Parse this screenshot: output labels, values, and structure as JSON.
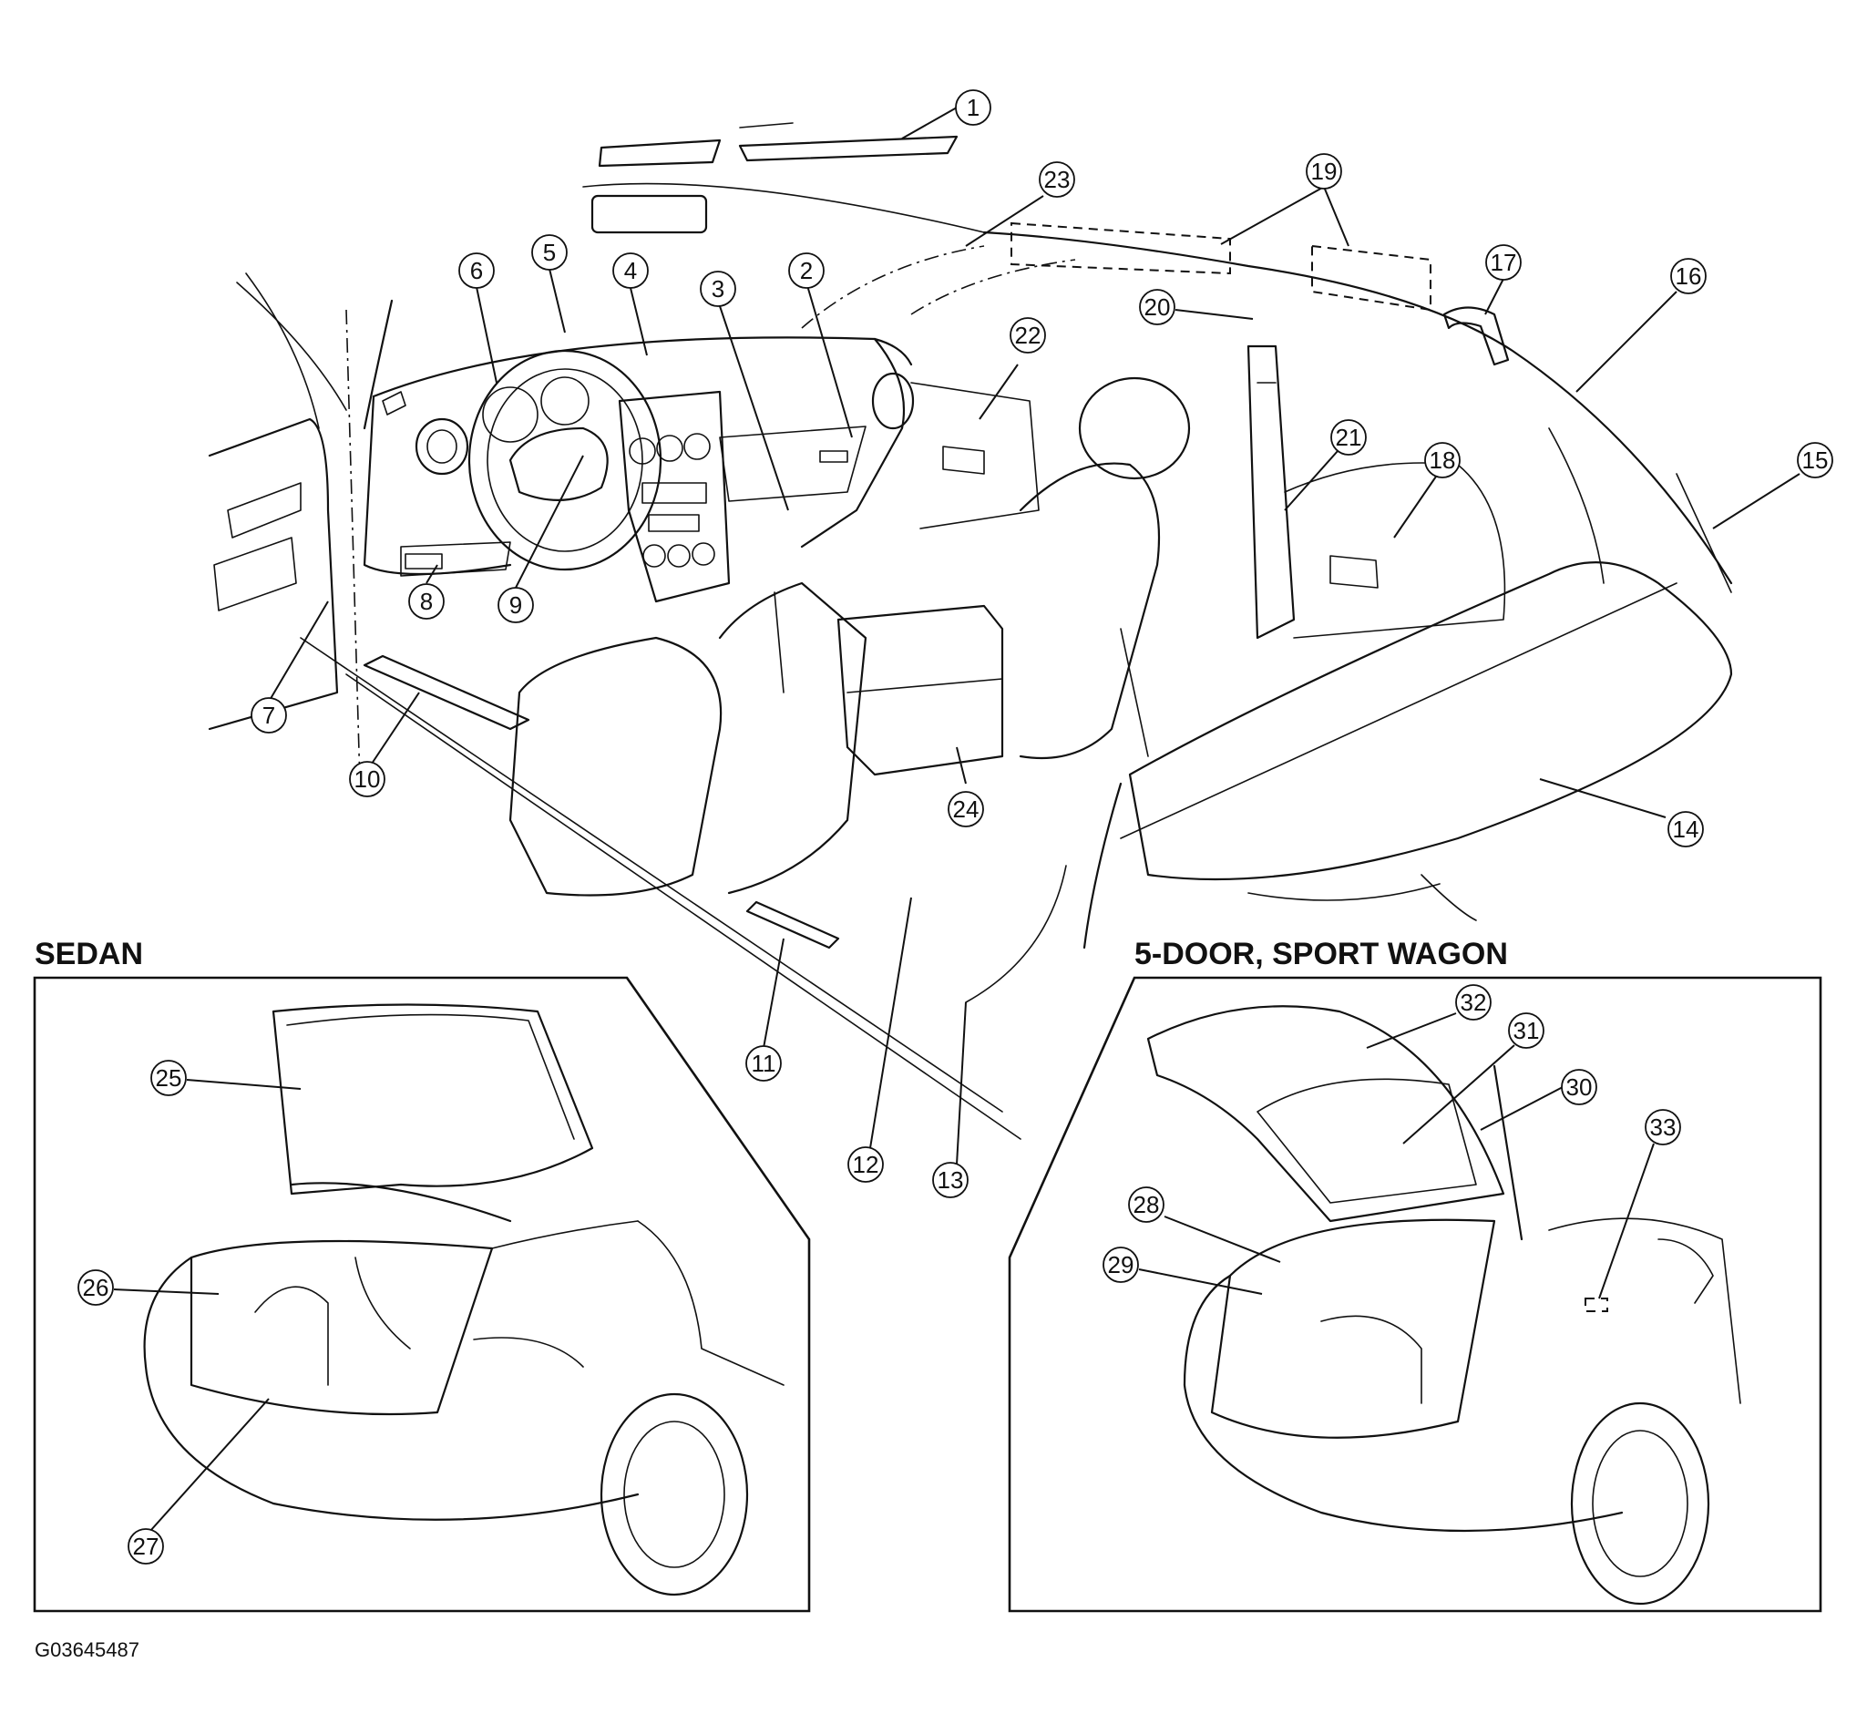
{
  "sections": {
    "sedan_label": "SEDAN",
    "wagon_label": "5-DOOR, SPORT WAGON"
  },
  "figure_code": "G03645487",
  "callouts": [
    "1",
    "2",
    "3",
    "4",
    "5",
    "6",
    "7",
    "8",
    "9",
    "10",
    "11",
    "12",
    "13",
    "14",
    "15",
    "16",
    "17",
    "18",
    "19",
    "20",
    "21",
    "22",
    "23",
    "24",
    "25",
    "26",
    "27",
    "28",
    "29",
    "30",
    "31",
    "32",
    "33"
  ]
}
